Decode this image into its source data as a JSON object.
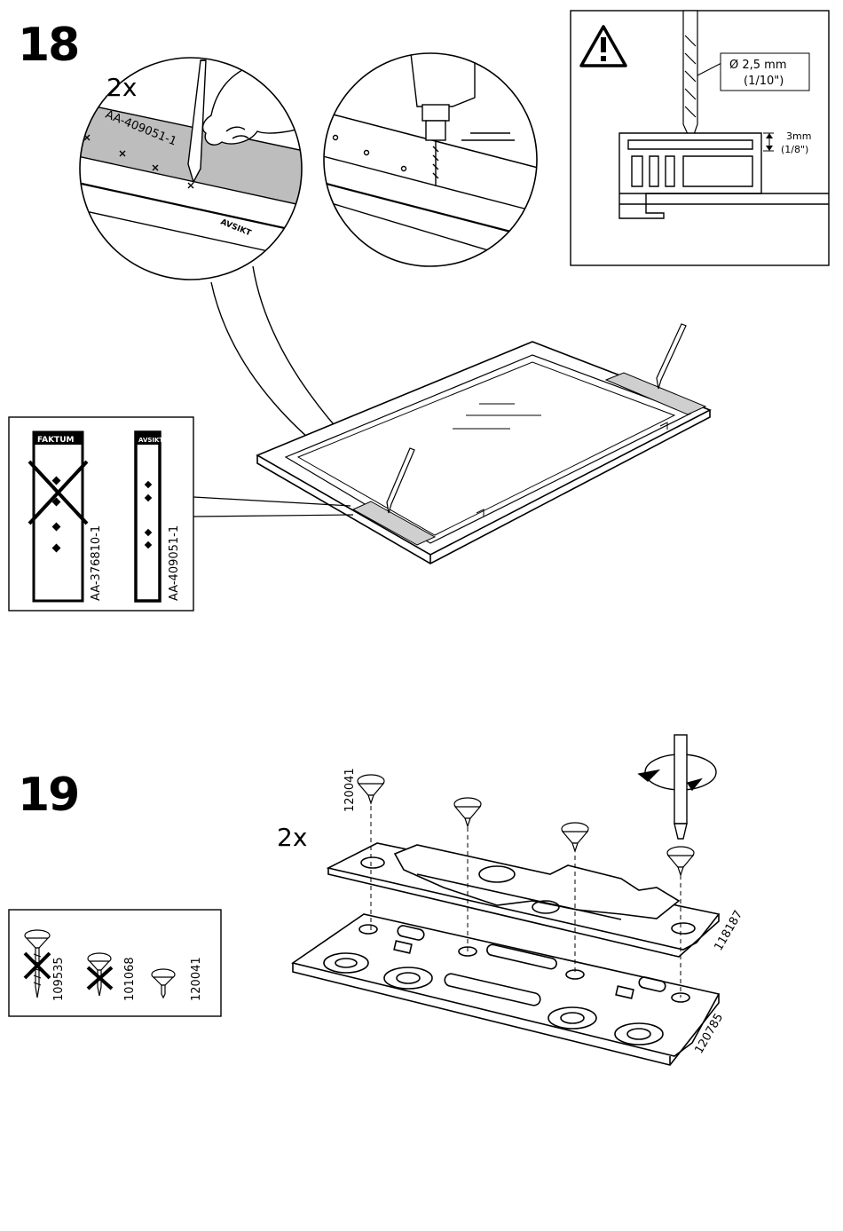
{
  "step18": {
    "number": "18",
    "quantity": "2x",
    "strip_label": "AA-409051-1",
    "strip_text": "AVSIKT",
    "warning": {
      "diameter": "Ø 2,5 mm",
      "diameter_inch": "(1/10\")",
      "depth": "3mm",
      "depth_inch": "(1/8\")"
    },
    "templates": [
      {
        "name": "FAKTUM",
        "code": "AA-376810-1",
        "crossed": true
      },
      {
        "name": "AVSIKT",
        "code": "AA-409051-1",
        "crossed": false
      }
    ]
  },
  "step19": {
    "number": "19",
    "quantity": "2x",
    "part_codes": {
      "screw": "120041",
      "plate_top": "118187",
      "plate_bottom": "120785"
    },
    "screws": [
      {
        "code": "109535",
        "crossed": true
      },
      {
        "code": "101068",
        "crossed": true
      },
      {
        "code": "120041",
        "crossed": false
      }
    ]
  }
}
